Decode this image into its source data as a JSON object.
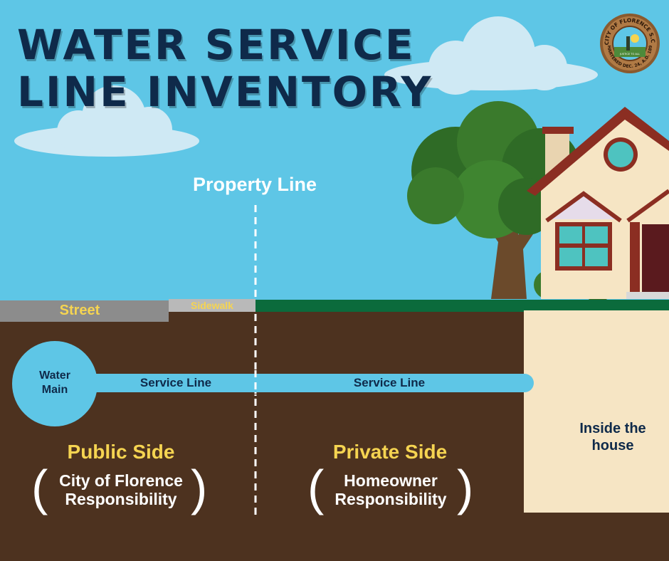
{
  "title": {
    "line1": "WATER SERVICE",
    "line2": "LINE INVENTORY"
  },
  "labels": {
    "property_line": "Property Line",
    "street": "Street",
    "sidewalk": "Sidewalk",
    "water_main": [
      "Water",
      "Main"
    ],
    "service_line_public": "Service Line",
    "service_line_private": "Service Line",
    "inside_house": [
      "Inside the",
      "house"
    ]
  },
  "public_side": {
    "title": "Public Side",
    "responsibility": [
      "City of Florence",
      "Responsibility"
    ]
  },
  "private_side": {
    "title": "Private Side",
    "responsibility": [
      "Homeowner",
      "Responsibility"
    ]
  },
  "seal": {
    "ring_text_top": "CITY OF FLORENCE S.C.",
    "ring_text_bottom": "CHARTERED DEC. 24, A.D. 1890",
    "motto": "JUSTICE TO ALL"
  },
  "colors": {
    "sky": "#5ec6e6",
    "ground": "#4d321f",
    "title": "#0f2a4a",
    "accent_yellow": "#f5d451",
    "grass": "#0b6b3c",
    "house_wall": "#f6e5c4",
    "house_trim": "#8b2e22"
  },
  "icons": [
    "tree-icon",
    "house-icon",
    "cloud-icon",
    "city-seal-icon"
  ]
}
